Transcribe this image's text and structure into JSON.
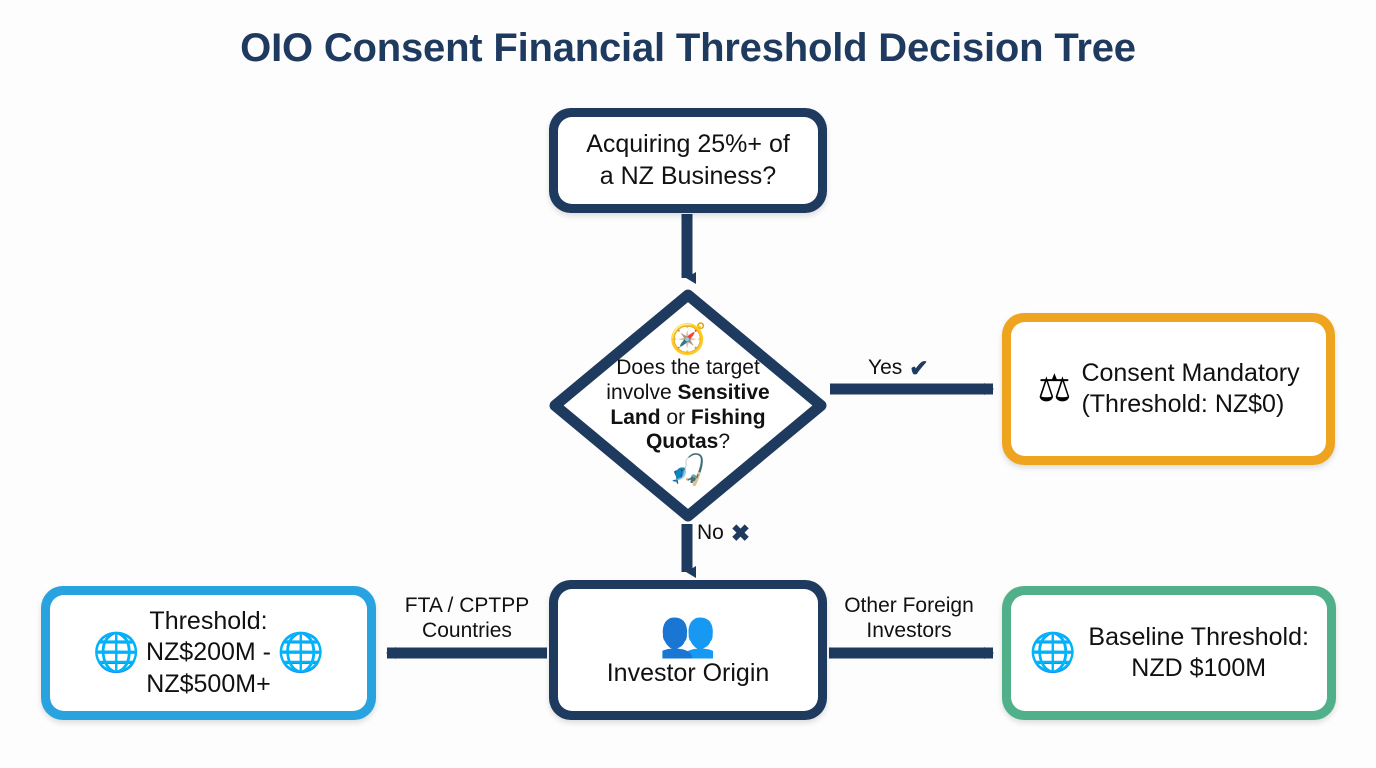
{
  "title": "OIO Consent Financial Threshold Decision Tree",
  "theme": {
    "background": "#fdfdfd",
    "navy": "#1f3a5f",
    "orange": "#efa420",
    "blue": "#29a3e0",
    "green": "#50b08a",
    "text": "#111111"
  },
  "nodes": {
    "start": {
      "text": "Acquiring 25%+ of\na NZ Business?",
      "shape": "rounded-rect",
      "border_color": "#1f3a5f"
    },
    "decision": {
      "text_line1": "Does the target",
      "text_line2_prefix": "involve ",
      "text_line2_bold": "Sensitive",
      "text_line3_bold_a": "Land",
      "text_line3_mid": " or ",
      "text_line3_bold_b": "Fishing",
      "text_line4_bold": "Quotas",
      "text_line4_suffix": "?",
      "icon_top": "compass-icon",
      "icon_top_glyph": "🧭",
      "icon_bottom": "fishing-pole-icon",
      "icon_bottom_glyph": "🎣",
      "shape": "diamond",
      "border_color": "#1f3a5f"
    },
    "consent": {
      "text": "Consent Mandatory\n(Threshold: NZ$0)",
      "icon": "gavel-icon",
      "icon_glyph": "⚖",
      "shape": "rounded-rect",
      "border_color": "#efa420"
    },
    "investor": {
      "text": "Investor Origin",
      "icon": "people-group-icon",
      "icon_glyph": "👥",
      "shape": "rounded-rect",
      "border_color": "#1f3a5f"
    },
    "fta": {
      "text": "Threshold:\nNZ$200M -\nNZ$500M+",
      "icon_left": "globe-exchange-icon",
      "icon_left_glyph": "🌐",
      "icon_right": "globe-exchange-icon",
      "icon_right_glyph": "🌐",
      "shape": "rounded-rect",
      "border_color": "#29a3e0"
    },
    "baseline": {
      "text": "Baseline Threshold:\nNZD $100M",
      "icon": "globe-cursor-icon",
      "icon_glyph": "🌐",
      "shape": "rounded-rect",
      "border_color": "#50b08a"
    }
  },
  "edges": {
    "yes": {
      "label": "Yes",
      "mark": "✔",
      "from": "decision",
      "to": "consent"
    },
    "no": {
      "label": "No",
      "mark": "✖",
      "from": "decision",
      "to": "investor"
    },
    "fta": {
      "label": "FTA / CPTPP\nCountries",
      "from": "investor",
      "to": "fta"
    },
    "other": {
      "label": "Other Foreign\nInvestors",
      "from": "investor",
      "to": "baseline"
    },
    "start_to_decision": {
      "label": "",
      "from": "start",
      "to": "decision"
    }
  }
}
